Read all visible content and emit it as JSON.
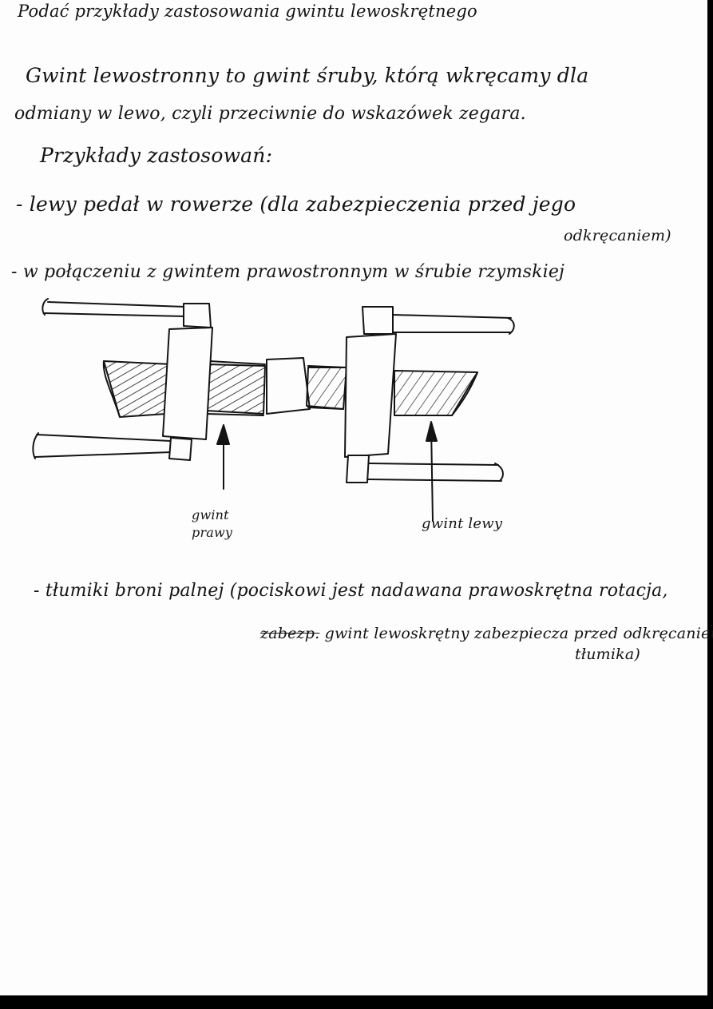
{
  "document": {
    "title": "Podać przykłady zastosowania gwintu lewoskrętnego",
    "definition_line1": "Gwint lewostronny to gwint śruby, którą wkręcamy dla",
    "definition_line2": "odmiany w lewo, czyli przeciwnie do wskazówek zegara.",
    "examples_heading": "Przykłady zastosowań:",
    "example1_line1": "- lewy pedał w rowerze (dla zabezpieczenia przed jego",
    "example1_line2": "odkręcaniem)",
    "example2_line1": "- w połączeniu z gwintem prawostronnym w śrubie rzymskiej",
    "example3_line1": "- tłumiki broni palnej (pociskowi jest nadawana prawoskrętna rotacja,",
    "example3_struck": "zabezp.",
    "example3_line2": "gwint lewoskrętny zabezpiecza przed odkręcaniem",
    "example3_line3": "tłumika)"
  },
  "diagram": {
    "label_right_thread": "gwint prawy",
    "label_left_thread": "gwint lewy"
  },
  "colors": {
    "ink": "#141414",
    "paper": "#fdfdfd",
    "background": "#000000"
  }
}
